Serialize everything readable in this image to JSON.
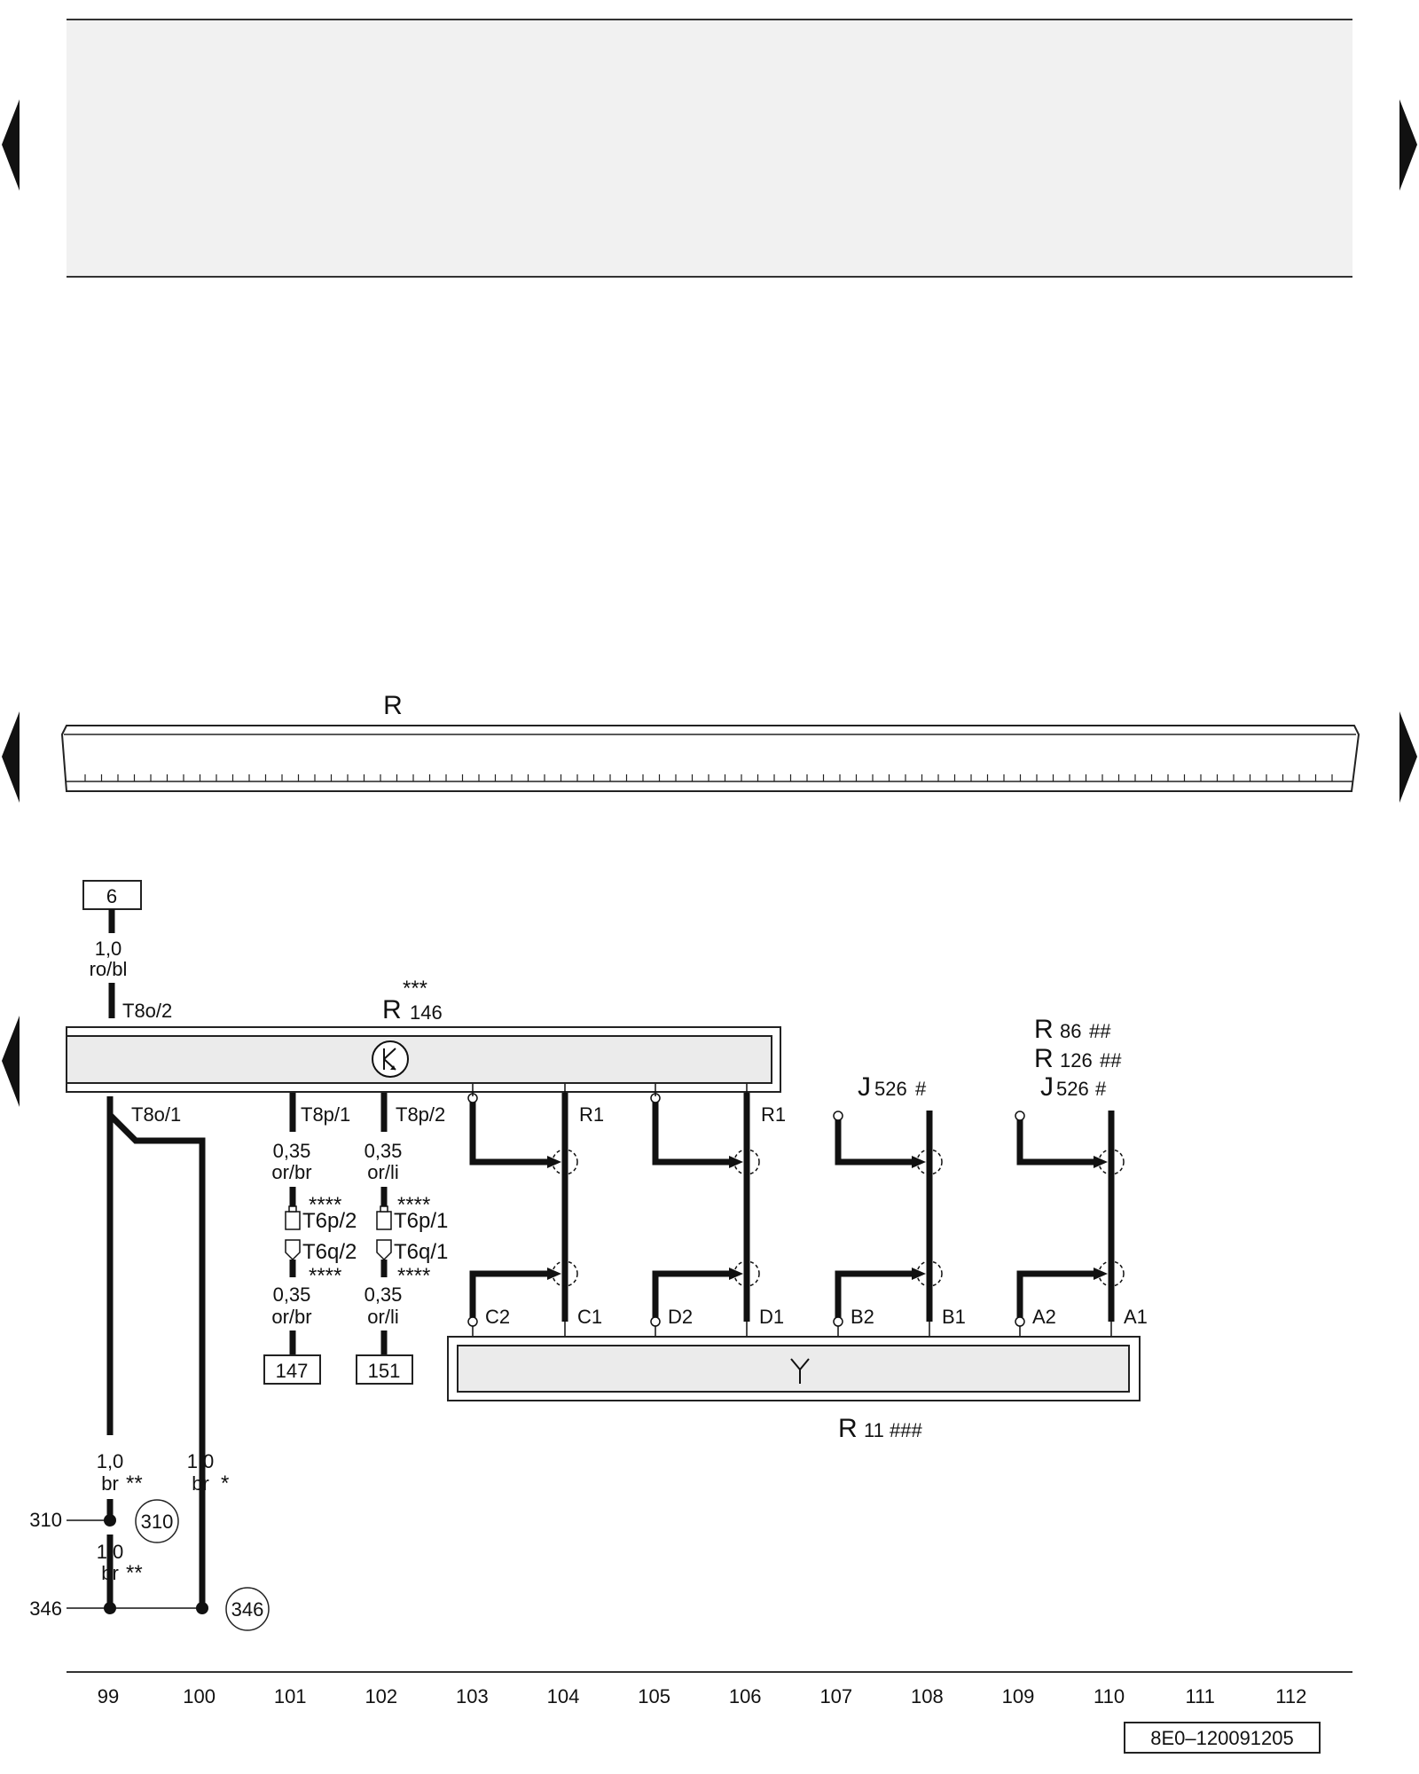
{
  "header_panel": {
    "fill": "#f1f1f1"
  },
  "rail": {
    "label": "R"
  },
  "references": {
    "top": "6",
    "left_lower": "147",
    "right_lower": "151"
  },
  "wires": {
    "top_feed": {
      "size": "1,0",
      "color": "ro/bl"
    },
    "t8p1_upper": {
      "size": "0,35",
      "color": "or/br"
    },
    "t8p2_upper": {
      "size": "0,35",
      "color": "or/li"
    },
    "t8p1_lower": {
      "size": "0,35",
      "color": "or/br"
    },
    "t8p2_lower": {
      "size": "0,35",
      "color": "or/li"
    },
    "ground_a": {
      "size": "1,0",
      "color": "br"
    },
    "ground_b": {
      "size": "1,0",
      "color": "br"
    },
    "ground_c": {
      "size": "1,0",
      "color": "br"
    }
  },
  "connectors": {
    "t8o2": "T8o/2",
    "t8o1": "T8o/1",
    "t8p1": "T8p/1",
    "t8p2": "T8p/2",
    "t6p2": "T6p/2",
    "t6p1": "T6p/1",
    "t6q2": "T6q/2",
    "t6q1": "T6q/1"
  },
  "components": {
    "r146": {
      "letter": "R",
      "sub": "146",
      "mark": "***"
    },
    "r11": {
      "letter": "R",
      "sub": "11",
      "mark": "###"
    },
    "j526_left": {
      "letter": "J",
      "sub": "526",
      "mark": "#"
    },
    "r86": {
      "letter": "R",
      "sub": "86",
      "mark": "##"
    },
    "r126": {
      "letter": "R",
      "sub": "126",
      "mark": "##"
    },
    "j526_right": {
      "letter": "J",
      "sub": "526",
      "mark": "#"
    }
  },
  "marks": {
    "m1": "**",
    "m2": "*",
    "m3": "**",
    "m4": "****",
    "m5": "****",
    "m6": "****",
    "m7": "****"
  },
  "pins": {
    "r1_a": "R1",
    "r1_b": "R1",
    "c2": "C2",
    "c1": "C1",
    "d2": "D2",
    "d1": "D1",
    "b2": "B2",
    "b1": "B1",
    "a2": "A2",
    "a1": "A1"
  },
  "ground_points": {
    "p310": "310",
    "p346": "346",
    "c310": "310",
    "c346": "346"
  },
  "ruler": [
    "99",
    "100",
    "101",
    "102",
    "103",
    "104",
    "105",
    "106",
    "107",
    "108",
    "109",
    "110",
    "111",
    "112"
  ],
  "doc_code": "8E0–120091205"
}
